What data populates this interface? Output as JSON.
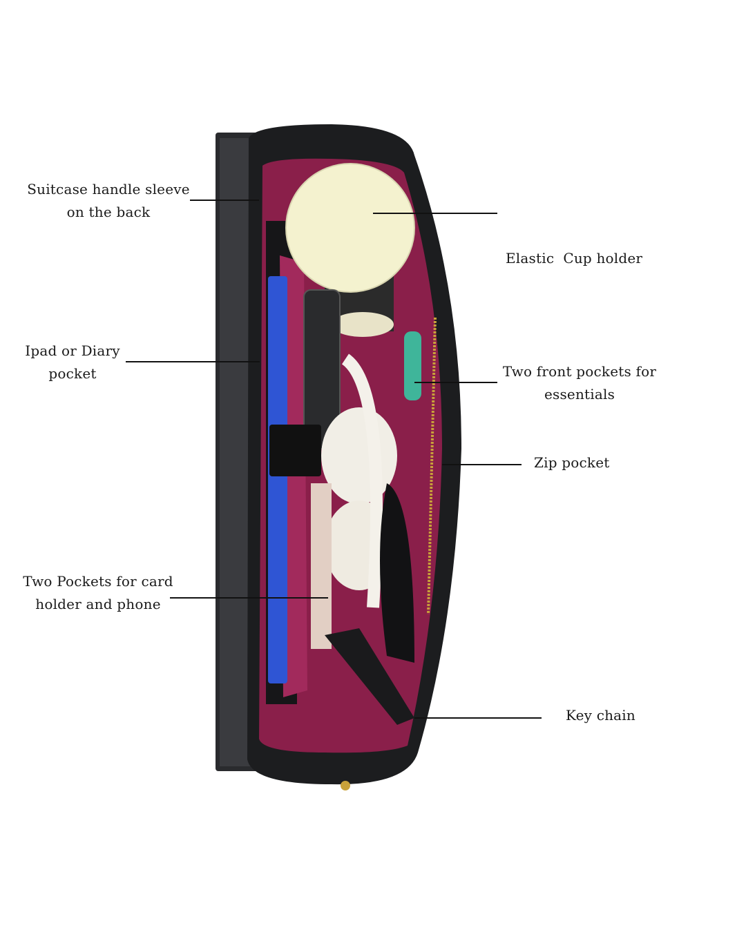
{
  "labels": {
    "suitcase_sleeve": [
      "Suitcase handle sleeve",
      "on the back"
    ],
    "cup_holder": [
      "Elastic  Cup holder"
    ],
    "ipad_pocket": [
      "Ipad or Diary",
      "pocket"
    ],
    "front_pockets": [
      "Two front pockets for",
      "essentials"
    ],
    "zip_pocket": [
      "Zip pocket"
    ],
    "card_pockets": [
      "Two Pockets for card",
      "holder and phone"
    ],
    "key_chain": [
      "Key chain"
    ]
  },
  "colors": {
    "leather": "#1c1d1f",
    "lining": "#8a1f4a",
    "cup_lid": "#f4f2cf",
    "ipad": "#2f55d4",
    "zipper": "#c9a23a"
  }
}
